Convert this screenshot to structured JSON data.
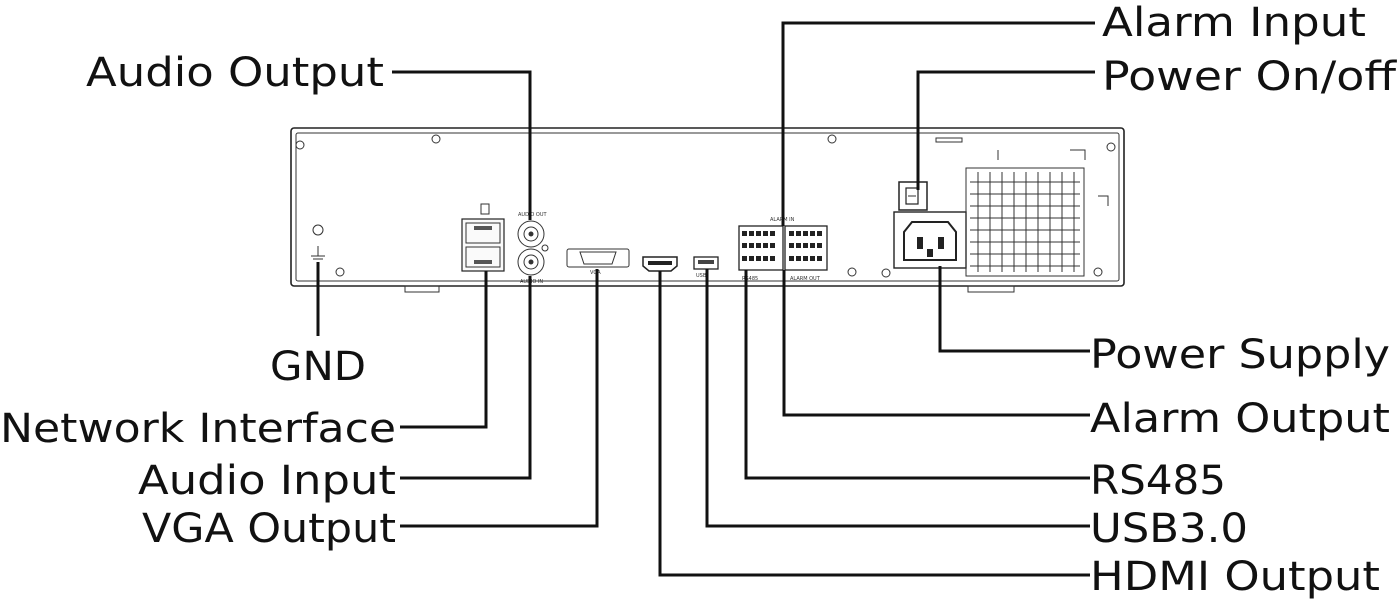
{
  "labels": {
    "audio_output": "Audio Output",
    "alarm_input": "Alarm Input",
    "power_on_off": "Power On/off",
    "gnd": "GND",
    "network_interface": "Network Interface",
    "audio_input": "Audio Input",
    "vga_output": "VGA Output",
    "power_supply": "Power Supply",
    "alarm_output": "Alarm Output",
    "rs485": "RS485",
    "usb": "USB3.0",
    "hdmi_output": "HDMI Output"
  }
}
